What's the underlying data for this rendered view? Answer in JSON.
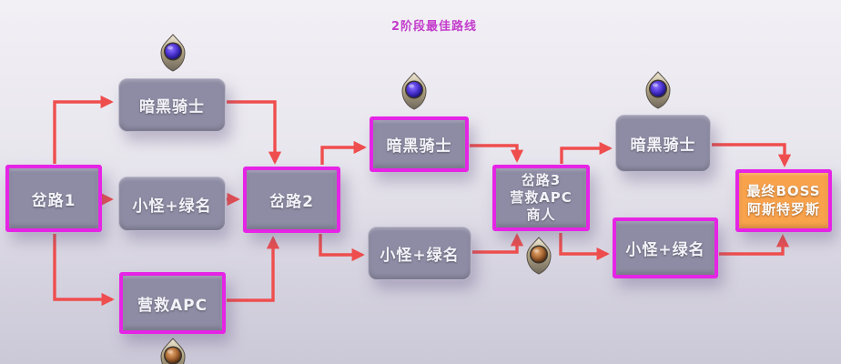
{
  "title": "2阶段最佳路线",
  "colors": {
    "background_top": "#f2f0f5",
    "background_bottom": "#cbc8d8",
    "node_fill": "#8e8ca4",
    "highlight_border": "#e524e5",
    "boss_fill": "#f9a24c",
    "arrow": "#ef4e4e",
    "title_text": "#c43ccc",
    "node_text": "#f3f2f8"
  },
  "nodes": {
    "fork1": {
      "label": "岔路1"
    },
    "dark_knight_1": {
      "label": "暗黑骑士"
    },
    "mobs_1": {
      "label": "小怪+绿名"
    },
    "rescue_apc": {
      "label": "营救APC"
    },
    "fork2": {
      "label": "岔路2"
    },
    "dark_knight_2": {
      "label": "暗黑骑士"
    },
    "mobs_2": {
      "label": "小怪+绿名"
    },
    "fork3": {
      "lines": [
        "岔路3",
        "营救APC",
        "商人"
      ]
    },
    "dark_knight_3": {
      "label": "暗黑骑士"
    },
    "mobs_3": {
      "label": "小怪+绿名"
    },
    "boss": {
      "lines": [
        "最终BOSS",
        "阿斯特罗斯"
      ]
    }
  },
  "markers": {
    "blue_gem": {
      "name": "blue-gem-map-marker",
      "placements": [
        "above-dark-knight-1",
        "above-dark-knight-2",
        "above-dark-knight-3"
      ]
    },
    "brown_gem": {
      "name": "brown-gem-map-marker",
      "placements": [
        "below-rescue-apc",
        "below-fork3"
      ]
    }
  },
  "edges": [
    {
      "from": "fork1",
      "to": "dark_knight_1"
    },
    {
      "from": "fork1",
      "to": "mobs_1"
    },
    {
      "from": "fork1",
      "to": "rescue_apc"
    },
    {
      "from": "dark_knight_1",
      "to": "fork2"
    },
    {
      "from": "mobs_1",
      "to": "fork2"
    },
    {
      "from": "rescue_apc",
      "to": "fork2"
    },
    {
      "from": "fork2",
      "to": "dark_knight_2"
    },
    {
      "from": "fork2",
      "to": "mobs_2"
    },
    {
      "from": "dark_knight_2",
      "to": "fork3"
    },
    {
      "from": "mobs_2",
      "to": "fork3"
    },
    {
      "from": "fork3",
      "to": "dark_knight_3"
    },
    {
      "from": "fork3",
      "to": "mobs_3"
    },
    {
      "from": "dark_knight_3",
      "to": "boss"
    },
    {
      "from": "mobs_3",
      "to": "boss"
    }
  ]
}
